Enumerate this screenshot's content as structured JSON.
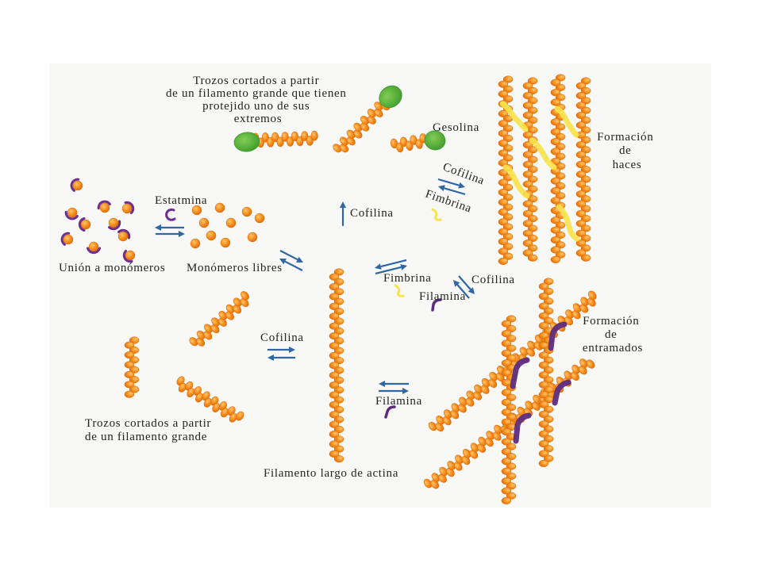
{
  "labels": {
    "capped_fragments": [
      "Trozos cortados a partir",
      "de un filamento grande que tienen",
      "protejido uno de sus",
      "extremos"
    ],
    "gesolina": "Gesolina",
    "bundles": [
      "Formación",
      "de",
      "haces"
    ],
    "cofilina_bundle": "Cofilina",
    "fimbrina_bundle": "Fimbrina",
    "estatmina": "Estatmina",
    "cofilina_top": "Cofilina",
    "monomer_binding": "Unión a monómeros",
    "free_monomers": "Monómeros libres",
    "fimbrina_center": "Fimbrina",
    "cofilina_network": "Cofilina",
    "filamina_network": "Filamina",
    "networks": [
      "Formación",
      "de",
      "entramados"
    ],
    "cofilina_fragments": "Cofilina",
    "filamina_lower": "Filamina",
    "fragments": [
      "Trozos cortados a partir",
      "de un filamento grande"
    ],
    "long_filament": "Filamento largo de actina"
  },
  "colors": {
    "actin": "#f5901e",
    "actin_light": "#ffc56e",
    "actin_dark": "#dc6a0c",
    "gesolina": "#3d9a2b",
    "gesolina_light": "#82cd55",
    "fimbrina": "#f7e34b",
    "filamina": "#5c2d7e",
    "estatmina": "#6b2f8f",
    "arrow": "#2e67a4",
    "text": "#222222",
    "panel": "#f8f8f6"
  }
}
